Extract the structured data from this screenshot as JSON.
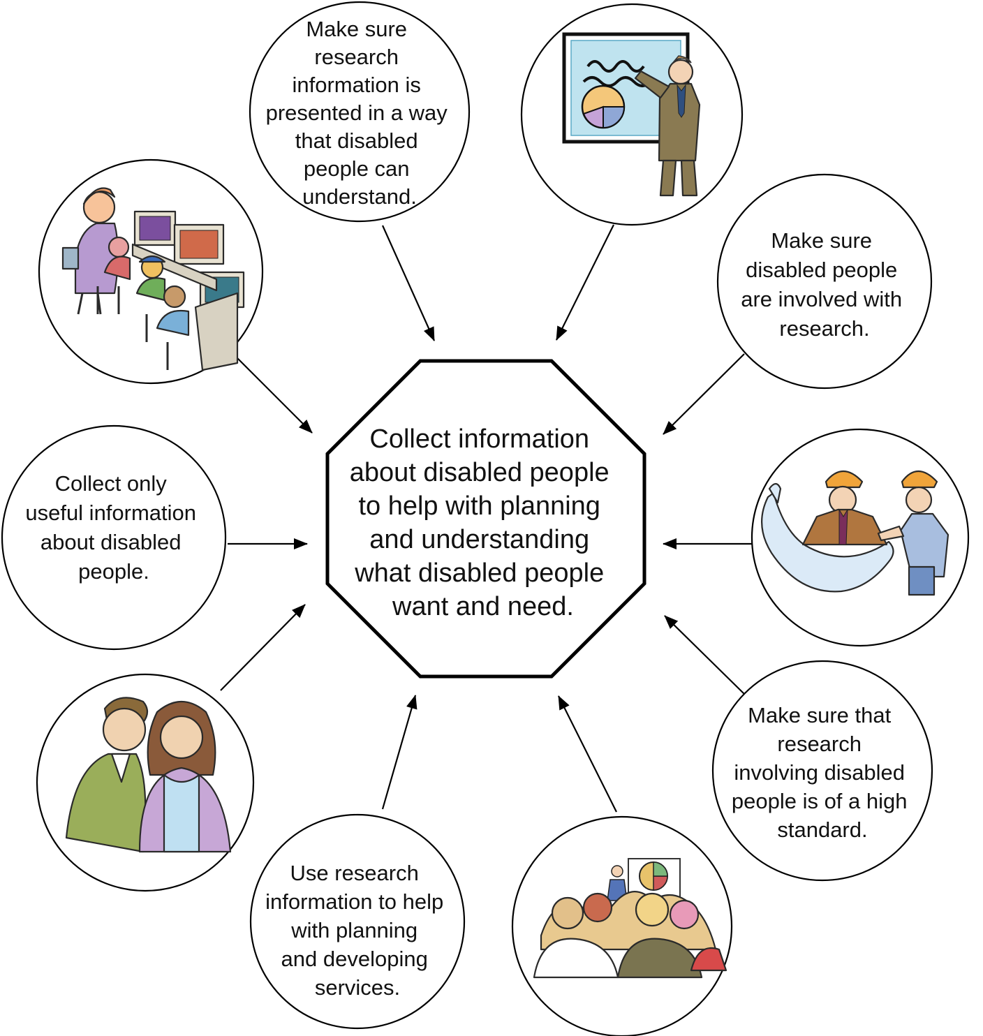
{
  "center": {
    "lines": [
      "Collect information",
      "about disabled people",
      "to help with planning",
      "and understanding",
      "what disabled people",
      "want and need."
    ]
  },
  "nodes": {
    "top": {
      "lines": [
        "Make sure",
        "research",
        "information is",
        "presented in a way",
        "that disabled",
        "people can",
        "understand."
      ]
    },
    "right_upper": {
      "lines": [
        "Make sure",
        "disabled people",
        "are involved with",
        "research."
      ]
    },
    "right_lower": {
      "lines": [
        "Make sure that",
        "research",
        "involving disabled",
        "people is of a high",
        "standard."
      ]
    },
    "bottom_left": {
      "lines": [
        "Use research",
        "information to help",
        "with planning",
        "and developing",
        "services."
      ]
    },
    "left": {
      "lines": [
        "Collect only",
        "useful information",
        "about disabled",
        "people."
      ]
    }
  },
  "illustrations": {
    "top_right": "presenter-at-whiteboard",
    "right": "construction-workers-with-plans",
    "bottom_right": "audience-at-presentation",
    "bottom_left": "people-whispering",
    "top_left": "classroom-computers"
  },
  "colors": {
    "outline": "#000000",
    "background": "#ffffff",
    "text": "#111111"
  }
}
